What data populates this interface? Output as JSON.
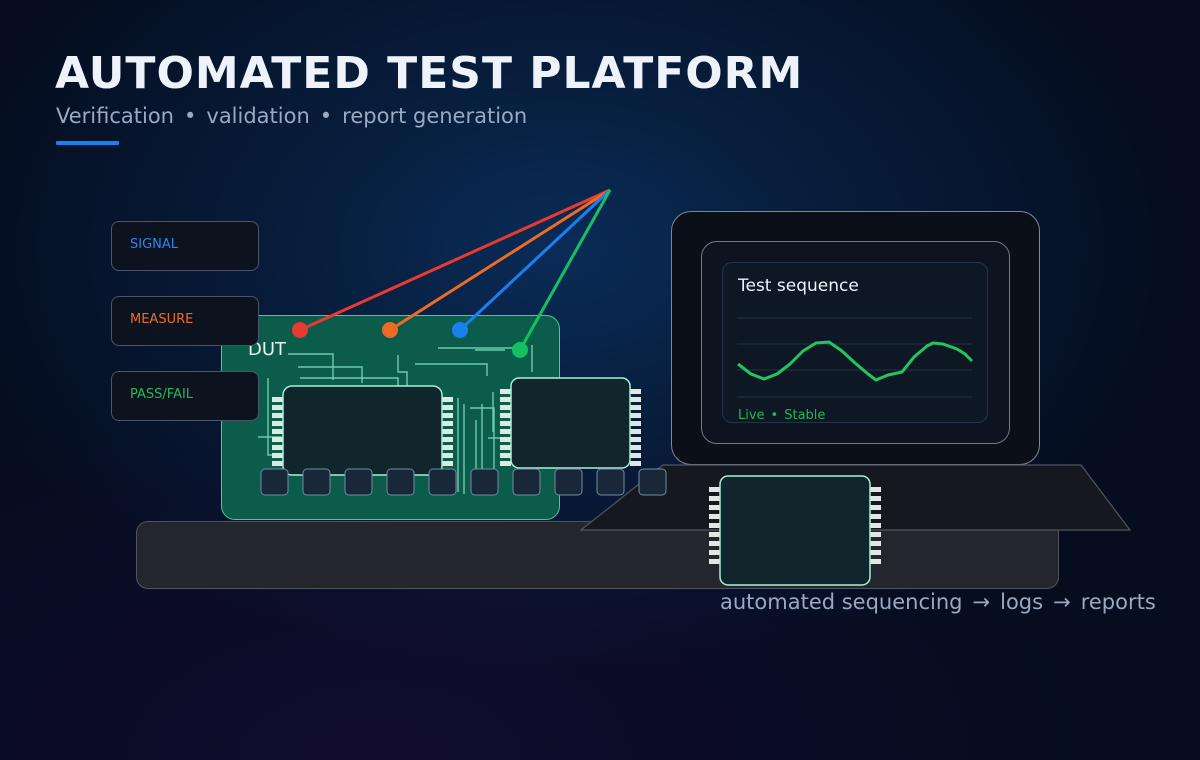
{
  "header": {
    "title": "AUTOMATED TEST PLATFORM",
    "subtitle_items": [
      "Verification",
      "validation",
      "report generation"
    ],
    "separator": "•"
  },
  "tags": [
    {
      "label": "SIGNAL",
      "color": "#2a86f0"
    },
    {
      "label": "MEASURE",
      "color": "#ee6b25"
    },
    {
      "label": "PASS/FAIL",
      "color": "#25b85c"
    }
  ],
  "board": {
    "label": "DUT",
    "probe_colors": [
      "#e83a2e",
      "#ee6b25",
      "#1a7ff0",
      "#14c060"
    ]
  },
  "monitor": {
    "title": "Test sequence",
    "status_items": [
      "Live",
      "Stable"
    ],
    "status_separator": "•",
    "trace_color": "#22c55e"
  },
  "caption": {
    "items": [
      "automated sequencing",
      "logs",
      "reports"
    ],
    "arrow": "→"
  }
}
